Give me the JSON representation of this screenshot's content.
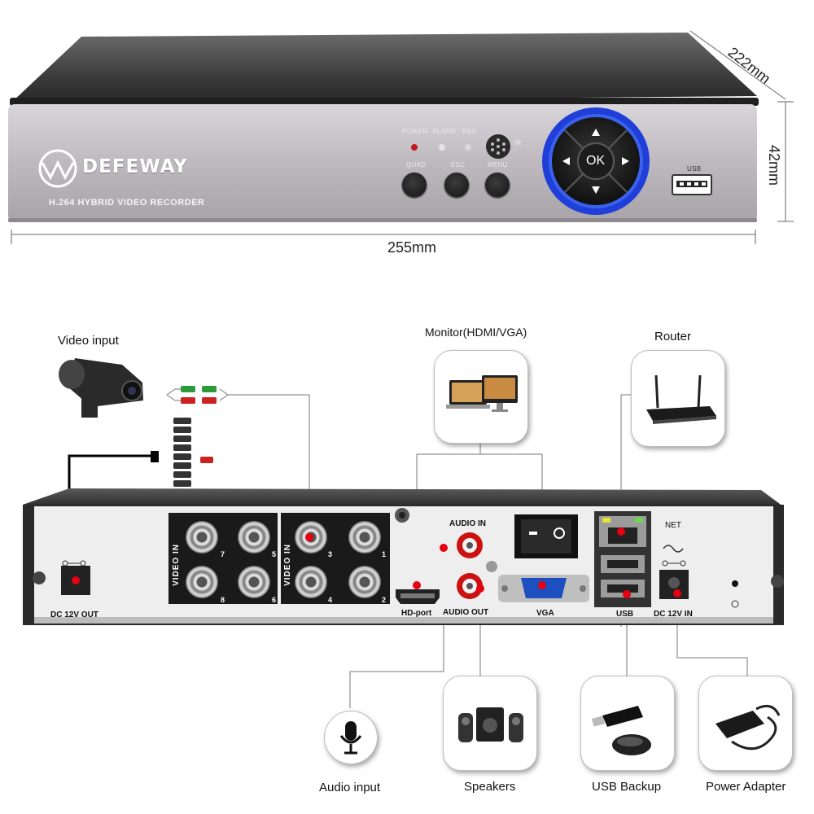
{
  "brand": {
    "name": "DEFEWAY",
    "subtitle": "H.264 HYBRID VIDEO RECORDER"
  },
  "front_panel": {
    "indicators": [
      "POWER",
      "ALARM",
      "REC"
    ],
    "ir_label": "IR",
    "buttons": [
      "QUAD",
      "ESC",
      "MENU"
    ],
    "ok_label": "OK",
    "usb_label": "USB",
    "dimensions": {
      "width": "255mm",
      "depth": "222mm",
      "height": "42mm"
    }
  },
  "rear_panel": {
    "dc_out_label": "DC 12V OUT",
    "video_in_label": "VIDEO IN",
    "bnc_numbers": [
      "7",
      "5",
      "3",
      "1",
      "8",
      "6",
      "4",
      "2"
    ],
    "audio_in_label": "AUDIO IN",
    "audio_out_label": "AUDIO OUT",
    "hd_port_label": "HD-port",
    "vga_label": "VGA",
    "net_label": "NET",
    "usb_label": "USB",
    "dc_in_label": "DC 12V IN"
  },
  "devices": {
    "video_input": "Video input",
    "monitor": "Monitor(HDMI/VGA)",
    "router": "Router",
    "audio_input": "Audio input",
    "speakers": "Speakers",
    "usb_backup": "USB Backup",
    "power_adapter": "Power Adapter"
  },
  "colors": {
    "connection_dot": "#e60012",
    "nav_ring": "#1f3fd8",
    "panel_silver": "#c9c6cc"
  }
}
